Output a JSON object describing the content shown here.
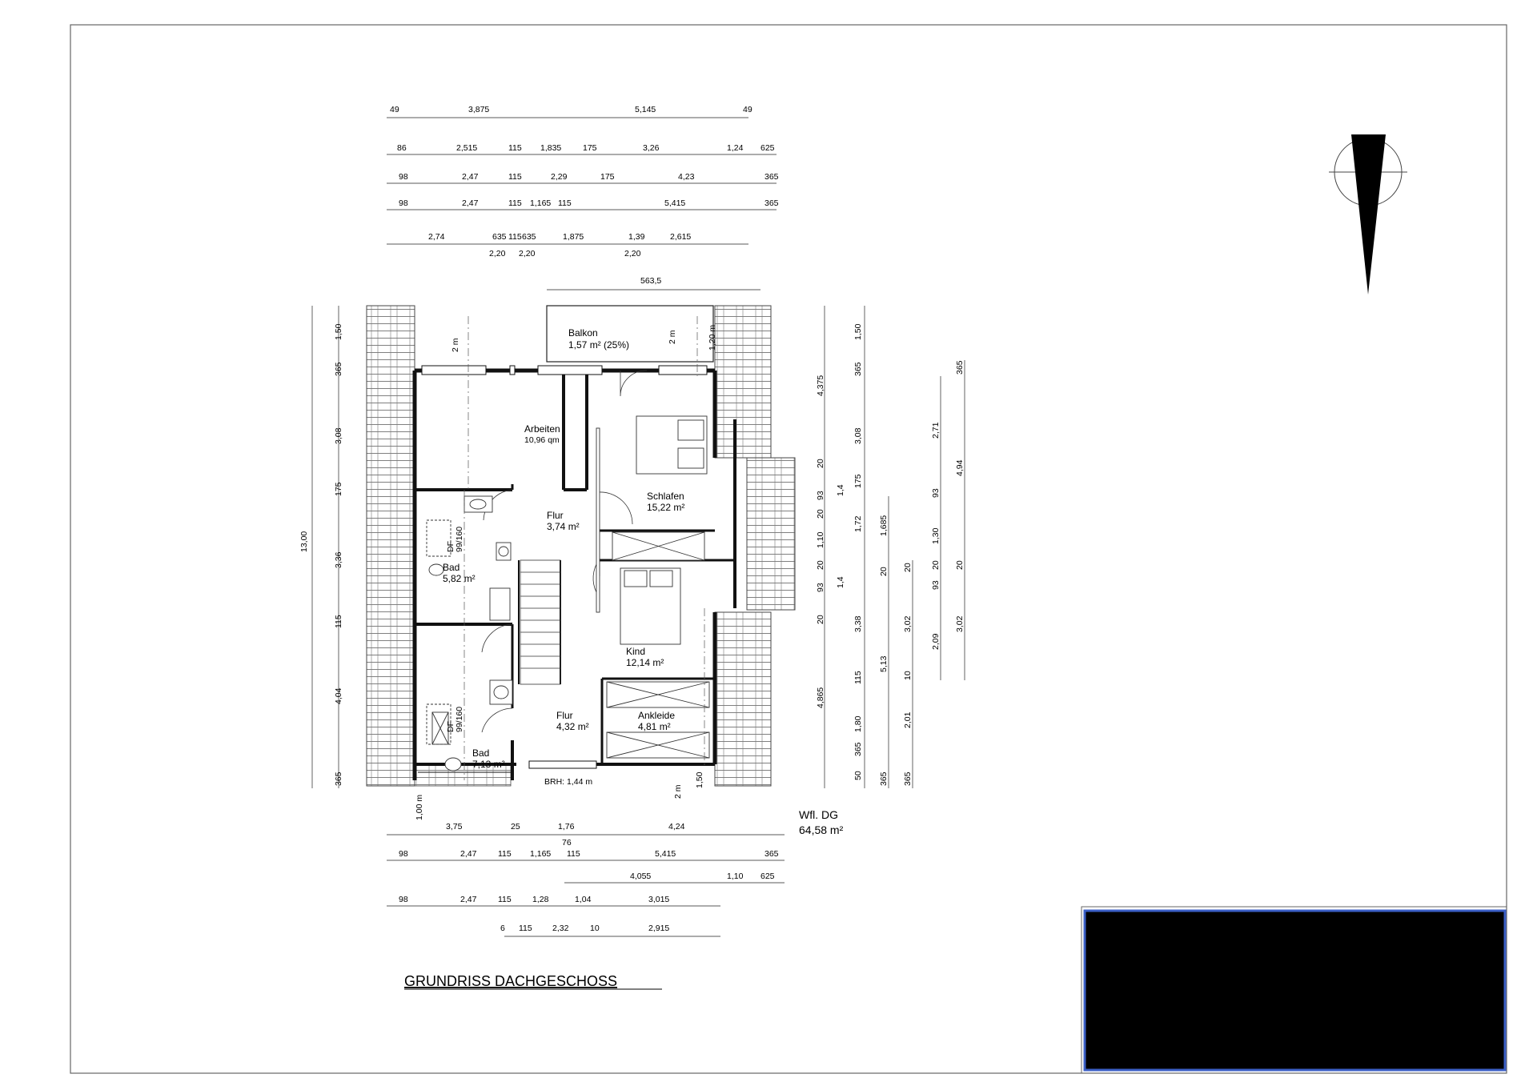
{
  "title": "GRUNDRISS DACHGESCHOSS",
  "area_label": "Wfl. DG",
  "area_value": "64,58 m²",
  "north_arrow_icon": "north-arrow-icon",
  "rooms": {
    "balkon": {
      "name": "Balkon",
      "area": "1,57 m² (25%)"
    },
    "arbeiten": {
      "name": "Arbeiten",
      "area": "10,96 qm"
    },
    "schlafen": {
      "name": "Schlafen",
      "area": "15,22 m²"
    },
    "flur1": {
      "name": "Flur",
      "area": "3,74 m²"
    },
    "bad1": {
      "name": "Bad",
      "area": "5,82 m²"
    },
    "kind": {
      "name": "Kind",
      "area": "12,14 m²"
    },
    "flur2": {
      "name": "Flur",
      "area": "4,32 m²"
    },
    "ankleide": {
      "name": "Ankleide",
      "area": "4,81 m²"
    },
    "bad2": {
      "name": "Bad",
      "area": "7,13 m²"
    }
  },
  "notes": {
    "brh": "BRH: 1,44 m",
    "df": "DF",
    "df_size": "99/160",
    "h2m": "2 m",
    "h120": "1,20 m",
    "h150": "1,50",
    "h100": "1,00 m",
    "dim5635": "563,5",
    "overall": "13,00"
  },
  "dims": {
    "top1": [
      "49",
      "3,875",
      "5,145",
      "49"
    ],
    "top2": [
      "86",
      "2,515",
      "115",
      "1,835",
      "175",
      "3,26",
      "1,24",
      "625"
    ],
    "top3": [
      "98",
      "2,47",
      "115",
      "2,29",
      "175",
      "4,23",
      "365"
    ],
    "top4": [
      "98",
      "2,47",
      "115",
      "1,165",
      "115",
      "5,415",
      "365"
    ],
    "top5": [
      "2,74",
      "635",
      "115",
      "635",
      "1,875",
      "1,39",
      "2,615"
    ],
    "top5b": [
      "2,20",
      "2,20",
      "2,20"
    ],
    "bot1": [
      "3,75",
      "25",
      "1,76",
      "4,24",
      "76"
    ],
    "bot2": [
      "98",
      "2,47",
      "115",
      "1,165",
      "115",
      "5,415",
      "365"
    ],
    "bot3": [
      "4,055",
      "1,10",
      "625"
    ],
    "bot4": [
      "98",
      "2,47",
      "115",
      "1,28",
      "1,04",
      "3,015"
    ],
    "bot5": [
      "6",
      "115",
      "2,32",
      "10",
      "2,915"
    ],
    "left1": [
      "1,50",
      "365",
      "3,08",
      "175",
      "3,36",
      "115",
      "4,04",
      "365"
    ],
    "right1": [
      "4,375",
      "20",
      "93",
      "20",
      "1,10",
      "20",
      "93",
      "20",
      "4,865"
    ],
    "right2": [
      "1,50",
      "365",
      "3,08",
      "175",
      "1,4",
      "1,72",
      "1,4",
      "3,38",
      "115",
      "1,80",
      "365",
      "50"
    ],
    "right3": [
      "1,685",
      "20",
      "5,13",
      "365"
    ],
    "right4": [
      "20",
      "3,02",
      "10",
      "2,01",
      "365"
    ],
    "right5": [
      "2,71",
      "93",
      "1,30",
      "93",
      "2,09",
      "20"
    ],
    "right6": [
      "365",
      "4,94",
      "20",
      "3,02"
    ]
  }
}
